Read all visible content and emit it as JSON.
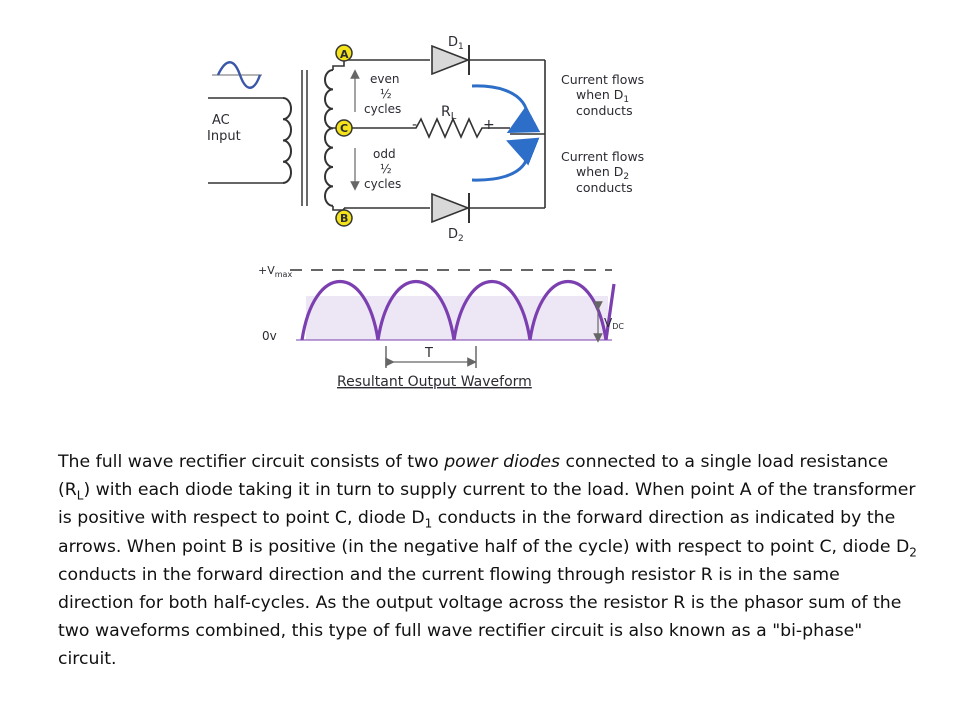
{
  "diagram": {
    "labels": {
      "ac_input_line1": "AC",
      "ac_input_line2": "Input",
      "node_a": "A",
      "node_b": "B",
      "node_c": "C",
      "even_line1": "even",
      "even_line2": "½",
      "even_line3": "cycles",
      "odd_line1": "odd",
      "odd_line2": "½",
      "odd_line3": "cycles",
      "diode1_main": "D",
      "diode1_sub": "1",
      "diode2_main": "D",
      "diode2_sub": "2",
      "resistor_main": "R",
      "resistor_sub": "L",
      "minus": "-",
      "plus": "+",
      "current1_line1": "Current flows",
      "current1_line2_main": "when D",
      "current1_line2_sub": "1",
      "current1_line3": "conducts",
      "current2_line1": "Current flows",
      "current2_line2_main": "when D",
      "current2_line2_sub": "2",
      "current2_line3": "conducts",
      "vmax_main": "+V",
      "vmax_sub": "max",
      "zero_volt": "0v",
      "vdc_main": "V",
      "vdc_sub": "DC",
      "period": "T",
      "waveform_caption": "Resultant Output Waveform"
    },
    "colors": {
      "wire": "#333333",
      "waveform": "#7b3fb0",
      "fill": "#ece6f5",
      "arrow": "#2d6ec8",
      "diode_fill": "#d8d8d8",
      "node_fill": "#f5e31a"
    }
  },
  "text": {
    "seg1": "The full wave rectifier circuit consists of two ",
    "seg2_italic": "power diodes",
    "seg3": " connected to a single load resistance (R",
    "sub_l": "L",
    "seg4": ") with each diode taking it in turn to supply current to the load. When point A of the transformer is positive with respect to point C, diode D",
    "sub_1": "1",
    "seg5": " conducts in the forward direction as indicated by the arrows. When point B is positive (in the negative half of the cycle) with respect to point C, diode D",
    "sub_2": "2",
    "seg6": " conducts in the forward direction and the current flowing through resistor R is in the same direction for both half-cycles. As the output voltage across the resistor R is the phasor sum of the two waveforms combined, this type of full wave rectifier circuit is also known as a \"bi-phase\" circuit."
  }
}
